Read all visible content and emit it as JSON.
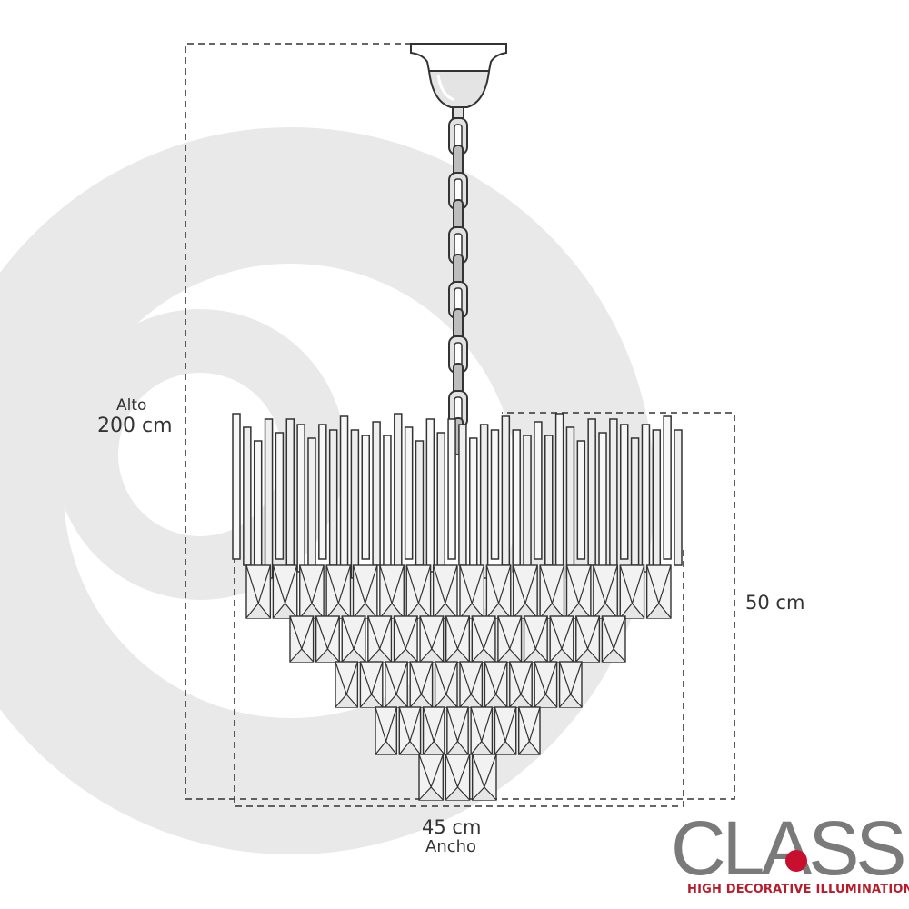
{
  "dimensions": {
    "height_caption": "Alto",
    "height_value": "200 cm",
    "depth_value": "50 cm",
    "width_value": "45 cm",
    "width_caption": "Ancho"
  },
  "brand": {
    "logo_text": "CLASS",
    "tagline": "HIGH DECORATIVE ILLUMINATION",
    "logo_color": "#7a7a7a",
    "dot_color": "#c8102e",
    "tagline_color": "#b81c2a"
  },
  "colors": {
    "background_swirl": "#e9e9e9",
    "outline": "#333333",
    "dashed_line": "#333333",
    "label_text": "#333333"
  }
}
